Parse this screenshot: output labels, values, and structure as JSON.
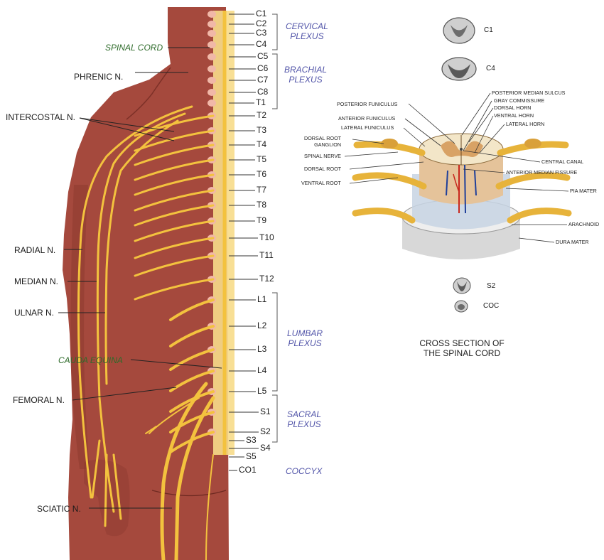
{
  "body_labels": {
    "spinal_cord": "SPINAL CORD",
    "phrenic": "PHRENIC N.",
    "intercostal": "INTERCOSTAL N.",
    "radial": "RADIAL N.",
    "median": "MEDIAN N.",
    "ulnar": "ULNAR N.",
    "cauda_equina": "CAUDA EQUINA",
    "femoral": "FEMORAL N.",
    "sciatic": "SCIATIC N."
  },
  "plexus_labels": {
    "cervical": [
      "CERVICAL",
      "PLEXUS"
    ],
    "brachial": [
      "BRACHIAL",
      "PLEXUS"
    ],
    "lumbar": [
      "LUMBAR",
      "PLEXUS"
    ],
    "sacral": [
      "SACRAL",
      "PLEXUS"
    ],
    "coccyx": "COCCYX"
  },
  "segments": [
    "C1",
    "C2",
    "C3",
    "C4",
    "C5",
    "C6",
    "C7",
    "C8",
    "T1",
    "T2",
    "T3",
    "T4",
    "T5",
    "T6",
    "T7",
    "T8",
    "T9",
    "T10",
    "T11",
    "T12",
    "L1",
    "L2",
    "L3",
    "L4",
    "L5",
    "S1",
    "S2",
    "S3",
    "S4",
    "S5",
    "CO1"
  ],
  "cross_section_labels": {
    "c1": "C1",
    "c4": "C4",
    "s2": "S2",
    "coc": "COC",
    "posterior_funiculus": "POSTERIOR FUNICULUS",
    "anterior_funiculus": "ANTERIOR FUNICULUS",
    "lateral_funiculus": "LATERAL FUNICULUS",
    "dorsal_root_ganglion": [
      "DORSAL ROOT",
      "GANGLION"
    ],
    "spinal_nerve": "SPINAL NERVE",
    "dorsal_root": "DORSAL ROOT",
    "ventral_root": "VENTRAL ROOT",
    "posterior_median_sulcus": "POSTERIOR MEDIAN SULCUS",
    "gray_commissure": "GRAY COMMISSURE",
    "dorsal_horn": "DORSAL HORN",
    "ventral_horn": "VENTRAL HORN",
    "lateral_horn": "LATERAL HORN",
    "central_canal": "CENTRAL CANAL",
    "anterior_median_fissure": "ANTERIOR MEDIAN FISSURE",
    "pia_mater": "PIA MATER",
    "arachnoid": "ARACHNOID",
    "dura_mater": "DURA MATER"
  },
  "caption": [
    "CROSS SECTION OF",
    "THE SPINAL CORD"
  ],
  "colors": {
    "skin": "#a5493d",
    "skin_dark": "#8e3a30",
    "nerve": "#f3c23e",
    "cord": "#f7dc8a",
    "disc": "#f1b8a8",
    "plexus_text": "#5154a8",
    "green_text": "#2e6b2a"
  }
}
